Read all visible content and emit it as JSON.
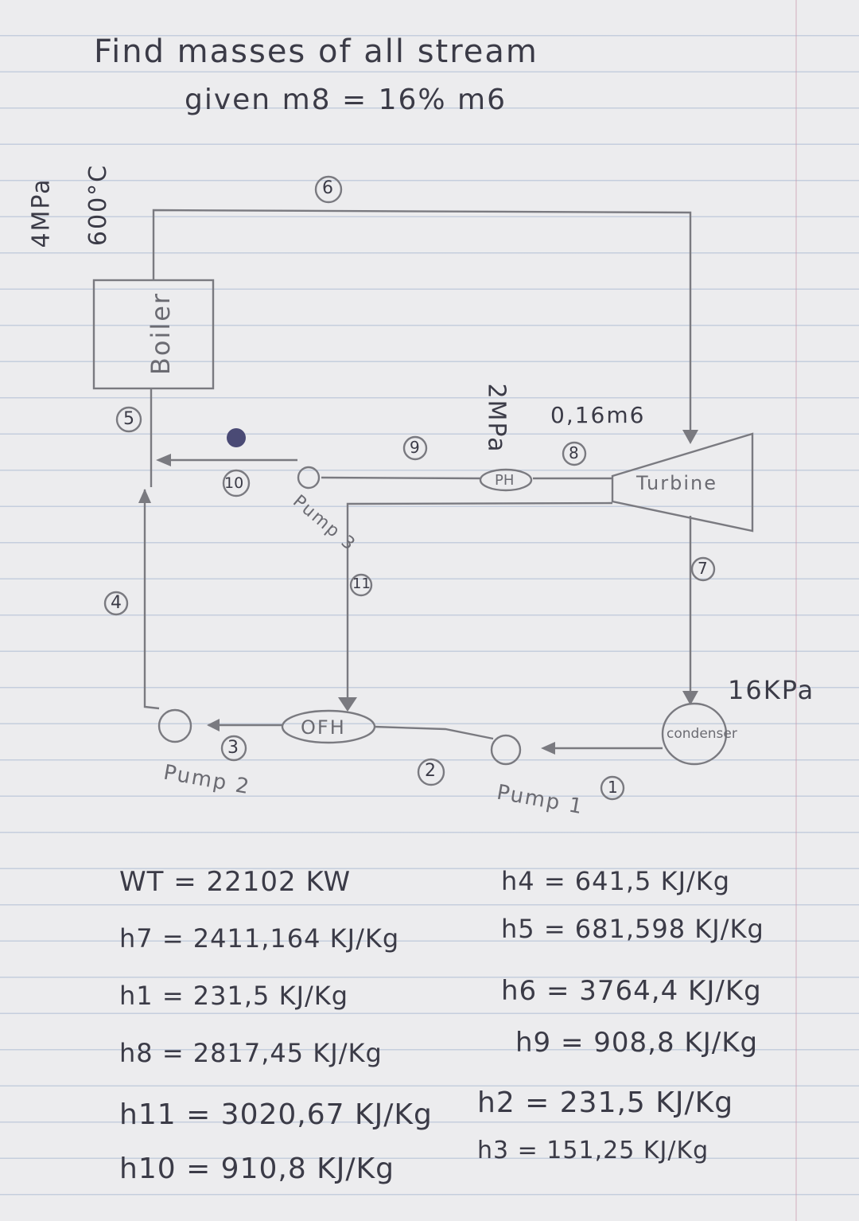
{
  "title": {
    "line1": "Find masses of all stream",
    "line2": "given m8 = 16% m6"
  },
  "conditions": {
    "boiler_pressure": "4MPa",
    "boiler_temp": "600°C",
    "extraction_pressure": "2MPa",
    "condenser_pressure": "16KPa",
    "extraction_fraction": "0,16m6"
  },
  "components": {
    "boiler": "Boiler",
    "turbine": "Turbine",
    "condenser": "condenser",
    "ofh": "OFH",
    "ph": "PH",
    "pump1": "Pump 1",
    "pump2": "Pump 2",
    "pump3": "Pump 3"
  },
  "states": {
    "s1": "1",
    "s2": "2",
    "s3": "3",
    "s4": "4",
    "s5": "5",
    "s6": "6",
    "s7": "7",
    "s8": "8",
    "s9": "9",
    "s10": "10",
    "s11": "11"
  },
  "results_left": [
    "WT = 22102 KW",
    "h7 = 2411,164 KJ/Kg",
    "h1 = 231,5 KJ/Kg",
    "h8 = 2817,45 KJ/Kg",
    "h11 = 3020,67 KJ/Kg",
    "h10 = 910,8 KJ/Kg"
  ],
  "results_right": [
    "h4 = 641,5 KJ/Kg",
    "h5 = 681,598 KJ/Kg",
    "h6 = 3764,4 KJ/Kg",
    "h9 = 908,8 KJ/Kg",
    "h2 = 231,5 KJ/Kg",
    "h3 = 151,25 KJ/Kg"
  ]
}
